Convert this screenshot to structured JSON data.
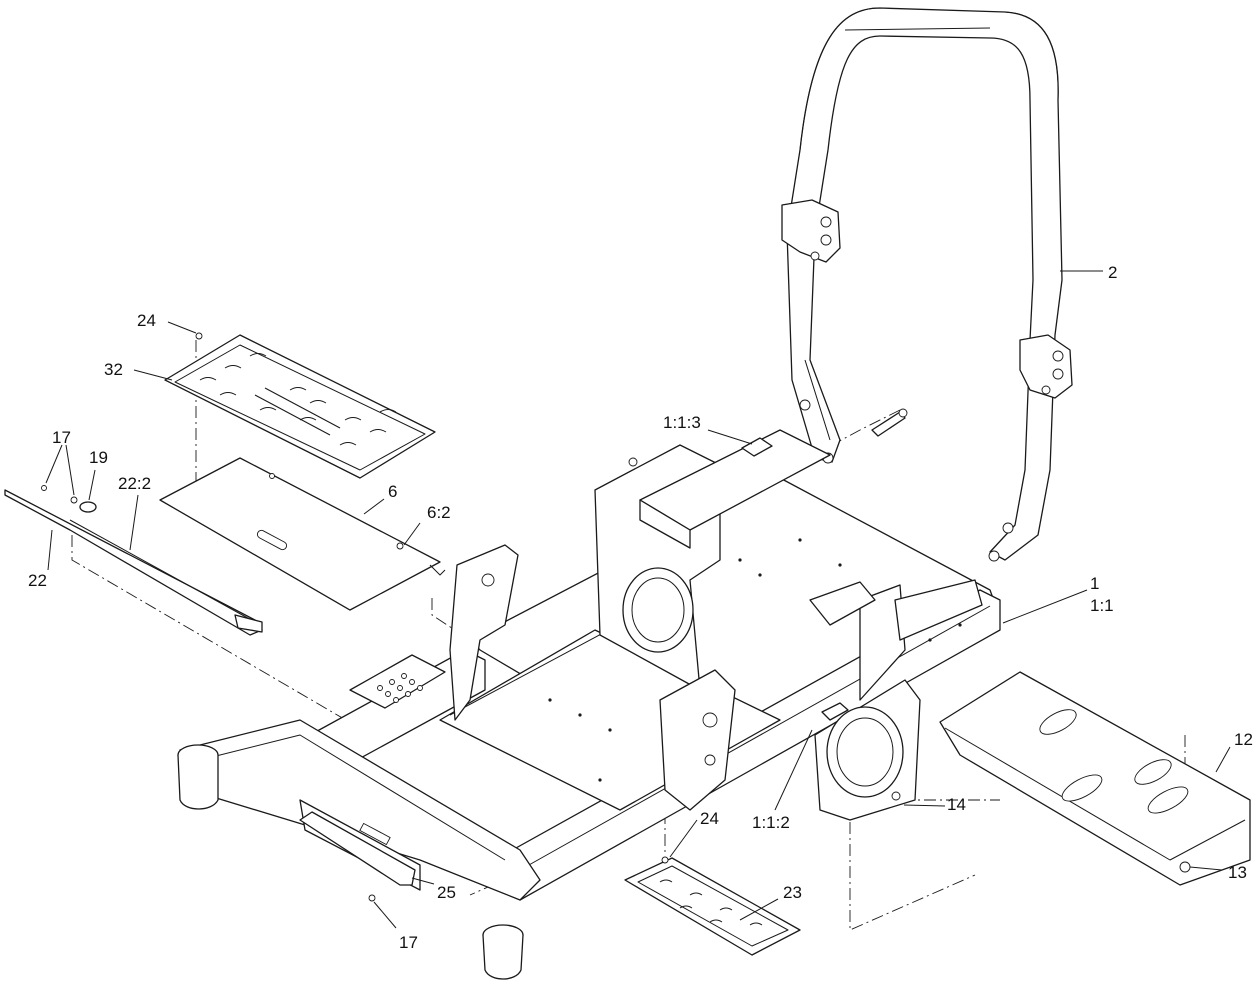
{
  "diagram": {
    "callouts": [
      {
        "id": "c-2",
        "text": "2"
      },
      {
        "id": "c-24a",
        "text": "24"
      },
      {
        "id": "c-32",
        "text": "32"
      },
      {
        "id": "c-113",
        "text": "1:1:3"
      },
      {
        "id": "c-17a",
        "text": "17"
      },
      {
        "id": "c-19",
        "text": "19"
      },
      {
        "id": "c-222",
        "text": "22:2"
      },
      {
        "id": "c-6",
        "text": "6"
      },
      {
        "id": "c-62",
        "text": "6:2"
      },
      {
        "id": "c-22",
        "text": "22"
      },
      {
        "id": "c-1",
        "text": "1"
      },
      {
        "id": "c-11",
        "text": "1:1"
      },
      {
        "id": "c-12",
        "text": "12"
      },
      {
        "id": "c-14",
        "text": "14"
      },
      {
        "id": "c-112",
        "text": "1:1:2"
      },
      {
        "id": "c-24b",
        "text": "24"
      },
      {
        "id": "c-23",
        "text": "23"
      },
      {
        "id": "c-13",
        "text": "13"
      },
      {
        "id": "c-25",
        "text": "25"
      },
      {
        "id": "c-17b",
        "text": "17"
      }
    ]
  }
}
